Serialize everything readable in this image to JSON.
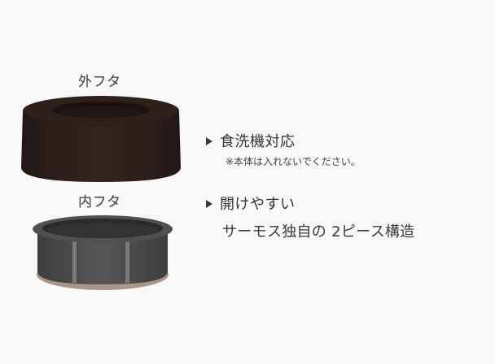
{
  "labels": {
    "outer_lid": "外フタ",
    "inner_lid": "内フタ"
  },
  "features": [
    {
      "heading": "食洗機対応",
      "note": "※本体は入れないでください。"
    },
    {
      "heading": "開けやすい",
      "sub": "サーモス独自の 2ピース構造"
    }
  ],
  "colors": {
    "background": "#f8f8f8",
    "outer_lid": "#2b1e1c",
    "inner_lid": "#4a4a4a",
    "gasket": "#a8968a",
    "text": "#3a3a3a"
  },
  "icons": [
    "triangle-bullet-icon",
    "triangle-bullet-icon"
  ]
}
